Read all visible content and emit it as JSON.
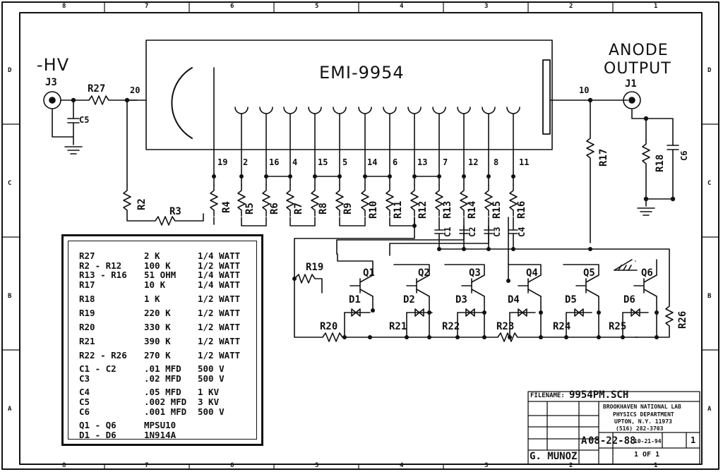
{
  "title": "EMI-9954",
  "hv_label": "-HV",
  "anode_label": [
    "ANODE",
    "OUTPUT"
  ],
  "connectors": {
    "j3": "J3",
    "j1": "J1"
  },
  "pins": {
    "p20": "20",
    "p10": "10",
    "p19": "19",
    "dynodes": [
      "2",
      "16",
      "4",
      "15",
      "5",
      "14",
      "6",
      "13",
      "7",
      "12",
      "8",
      "11"
    ]
  },
  "resistors": {
    "r27": "R27",
    "r2": "R2",
    "r3": "R3",
    "r4": "R4",
    "chain": [
      "R5",
      "R6",
      "R7",
      "R8",
      "R9",
      "R10",
      "R11",
      "R12",
      "R13",
      "R14",
      "R15",
      "R16"
    ],
    "r17": "R17",
    "r18": "R18",
    "r19": "R19",
    "r26": "R26",
    "bottom": [
      "R20",
      "R21",
      "R22",
      "R23",
      "R24",
      "R25"
    ]
  },
  "capacitors": {
    "c5": "C5",
    "c6": "C6",
    "bank": [
      "C1",
      "C2",
      "C3",
      "C4"
    ]
  },
  "transistors": [
    "Q1",
    "Q2",
    "Q3",
    "Q4",
    "Q5",
    "Q6"
  ],
  "diodes": [
    "D1",
    "D2",
    "D3",
    "D4",
    "D5",
    "D6"
  ],
  "parts_list": [
    {
      "ref": "R27",
      "value": "2 K",
      "rating": "1/4 WATT"
    },
    {
      "ref": "R2 - R12",
      "value": "100 K",
      "rating": "1/2 WATT"
    },
    {
      "ref": "R13 - R16",
      "value": "51 OHM",
      "rating": "1/4 WATT"
    },
    {
      "ref": "R17",
      "value": "10 K",
      "rating": "1/4 WATT"
    },
    {
      "ref": "R18",
      "value": "1 K",
      "rating": "1/2 WATT"
    },
    {
      "ref": "R19",
      "value": "220 K",
      "rating": "1/2 WATT"
    },
    {
      "ref": "R20",
      "value": "330 K",
      "rating": "1/2 WATT"
    },
    {
      "ref": "R21",
      "value": "390 K",
      "rating": "1/2 WATT"
    },
    {
      "ref": "R22 - R26",
      "value": "270 K",
      "rating": "1/2 WATT"
    },
    {
      "ref": "C1 - C2",
      "value": ".01 MFD",
      "rating": "500 V"
    },
    {
      "ref": "C3",
      "value": ".02 MFD",
      "rating": "500 V"
    },
    {
      "ref": "C4",
      "value": ".05 MFD",
      "rating": "1 KV"
    },
    {
      "ref": "C5",
      "value": ".002 MFD",
      "rating": "3 KV"
    },
    {
      "ref": "C6",
      "value": ".001 MFD",
      "rating": "500 V"
    },
    {
      "ref": "Q1 - Q6",
      "value": "MPSU10",
      "rating": ""
    },
    {
      "ref": "D1 - D6",
      "value": "1N914A",
      "rating": ""
    }
  ],
  "title_block": {
    "filename_label": "FILENAME:",
    "filename": "9954PM.SCH",
    "org": [
      "BROOKHAVEN NATIONAL LAB",
      "PHYSICS DEPARTMENT",
      "UPTON, N.Y. 11973",
      "(516) 282-3703"
    ],
    "rev": "A",
    "drawn_date": "08-22-88",
    "date2": "10-21-94",
    "sheet": "1 OF 1",
    "sheet_no": "1",
    "drawn_by": "G. MUNOZ"
  },
  "border_zones": {
    "top": [
      "8",
      "7",
      "6",
      "5",
      "4",
      "3",
      "2",
      "1"
    ],
    "side": [
      "D",
      "C",
      "B",
      "A"
    ]
  }
}
